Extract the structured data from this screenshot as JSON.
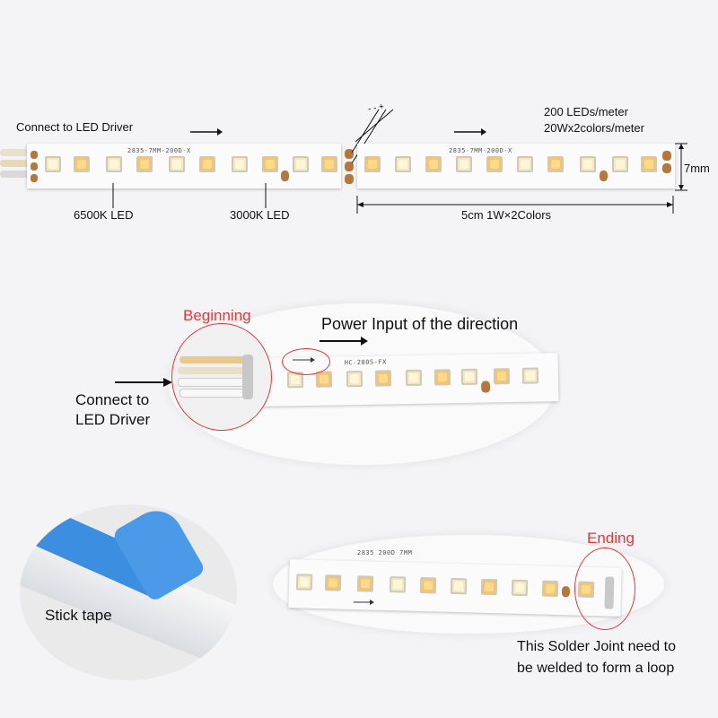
{
  "top": {
    "connect_label": "Connect to LED Driver",
    "led6500_label": "6500K LED",
    "led3000_label": "3000K LED",
    "leds_per_meter": "200 LEDs/meter",
    "power_label": "20Wx2colors/meter",
    "width_label": "7mm",
    "segment_label": "5cm 1W×2Colors",
    "strip_print": "2835-7MM-200D-X",
    "polarity_marks": "- - +"
  },
  "middle": {
    "beginning_label": "Beginning",
    "direction_label": "Power Input of the direction",
    "connect_label_line1": "Connect to",
    "connect_label_line2": "LED Driver",
    "strip_print": "HC-200S-FX"
  },
  "bottom": {
    "stick_tape_label": "Stick tape",
    "ending_label": "Ending",
    "solder_label_line1": "This Solder Joint need to",
    "solder_label_line2": "be welded to form a loop",
    "strip_print": "2835 200D 7MM"
  },
  "colors": {
    "accent_red": "#e23b3b",
    "tape_blue": "#3c8fe0",
    "pad_copper": "#b5783c"
  }
}
